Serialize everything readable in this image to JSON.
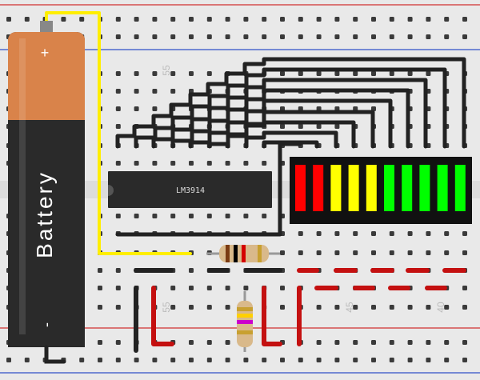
{
  "battery": {
    "label": "Battery",
    "positive_symbol": "+",
    "negative_symbol": "-"
  },
  "ic_chip": {
    "label": "LM3914"
  },
  "breadboard": {
    "column_labels_top": [
      "55"
    ],
    "column_labels_bottom": [
      "55",
      "45",
      "40"
    ]
  },
  "led_bar": {
    "segments": [
      {
        "color": "#ff0000"
      },
      {
        "color": "#ff0000"
      },
      {
        "color": "#ffff00"
      },
      {
        "color": "#ffff00"
      },
      {
        "color": "#ffff00"
      },
      {
        "color": "#00ff00"
      },
      {
        "color": "#00ff00"
      },
      {
        "color": "#00ff00"
      },
      {
        "color": "#00ff00"
      },
      {
        "color": "#00ff00"
      }
    ]
  },
  "colors": {
    "board": "#e9e9e9",
    "hole": "#3a3a3a",
    "rail_red": "#d23030",
    "rail_blue": "#3050c8",
    "wire_black": "#222222",
    "wire_red": "#c41010",
    "wire_yellow": "#ffee00",
    "chip": "#2a2a2a",
    "battery_top": "#d9834a",
    "battery_body": "#2a2a2a"
  }
}
